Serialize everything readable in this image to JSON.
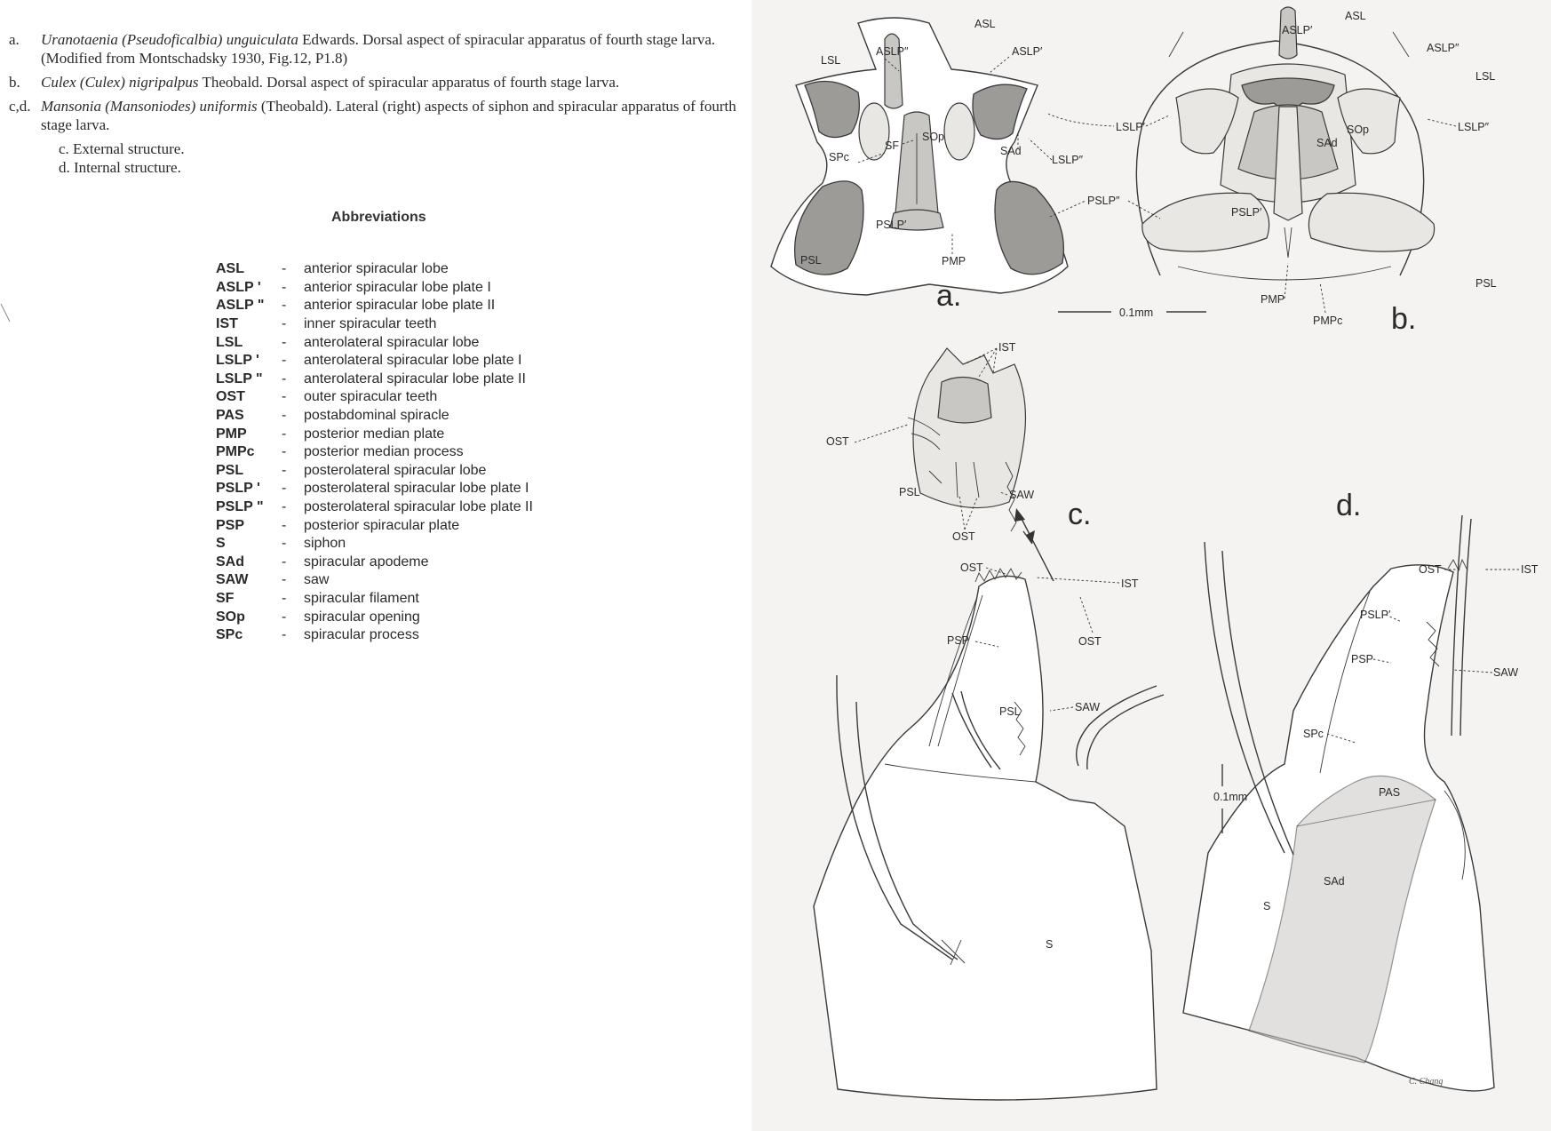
{
  "captions": [
    {
      "label": "a.",
      "species": "Uranotaenia (Pseudoficalbia) unguiculata",
      "rest": " Edwards. Dorsal aspect of spiracular apparatus of fourth stage larva. (Modified from Montschadsky 1930, Fig.12, P1.8)"
    },
    {
      "label": "b.",
      "species": "Culex (Culex) nigripalpus",
      "rest": " Theobald. Dorsal aspect of spiracular apparatus of fourth stage larva."
    },
    {
      "label": "c,d.",
      "species": "Mansonia (Mansoniodes) uniformis",
      "rest": " (Theobald). Lateral (right) aspects of siphon and spiracular apparatus of fourth stage larva."
    }
  ],
  "subcaptions": [
    "c. External structure.",
    "d. Internal structure."
  ],
  "abbreviations_title": "Abbreviations",
  "abbreviations": [
    {
      "code": "ASL",
      "meaning": "anterior spiracular lobe"
    },
    {
      "code": "ASLP '",
      "meaning": "anterior spiracular lobe plate I"
    },
    {
      "code": "ASLP \"",
      "meaning": "anterior spiracular lobe plate II"
    },
    {
      "code": "IST",
      "meaning": "inner spiracular teeth"
    },
    {
      "code": "LSL",
      "meaning": "anterolateral spiracular lobe"
    },
    {
      "code": "LSLP '",
      "meaning": "anterolateral spiracular lobe plate I"
    },
    {
      "code": "LSLP \"",
      "meaning": "anterolateral spiracular lobe plate II"
    },
    {
      "code": "OST",
      "meaning": "outer spiracular teeth"
    },
    {
      "code": "PAS",
      "meaning": "postabdominal spiracle"
    },
    {
      "code": "PMP",
      "meaning": "posterior median plate"
    },
    {
      "code": "PMPc",
      "meaning": "posterior median process"
    },
    {
      "code": "PSL",
      "meaning": "posterolateral spiracular lobe"
    },
    {
      "code": "PSLP '",
      "meaning": "posterolateral spiracular lobe plate I"
    },
    {
      "code": "PSLP \"",
      "meaning": "posterolateral spiracular lobe plate II"
    },
    {
      "code": "PSP",
      "meaning": "posterior spiracular plate"
    },
    {
      "code": "S",
      "meaning": "siphon"
    },
    {
      "code": "SAd",
      "meaning": "spiracular apodeme"
    },
    {
      "code": "SAW",
      "meaning": "saw"
    },
    {
      "code": "SF",
      "meaning": "spiracular filament"
    },
    {
      "code": "SOp",
      "meaning": "spiracular opening"
    },
    {
      "code": "SPc",
      "meaning": "spiracular process"
    }
  ],
  "separator": "-",
  "figure": {
    "panel_letters": {
      "a": "a.",
      "b": "b.",
      "c": "c.",
      "d": "d."
    },
    "scale_ab": "0.1mm",
    "scale_d": "0.1mm",
    "signature": "C. Chang",
    "labels_a": {
      "ASL": "ASL",
      "ASLP2": "ASLP″",
      "ASLP1": "ASLP′",
      "LSL": "LSL",
      "SOp": "SOp",
      "SF": "SF",
      "SPc": "SPc",
      "SAd": "SAd",
      "LSLP2": "LSLP″",
      "PSLP1": "PSLP′",
      "PSL": "PSL",
      "PMP": "PMP"
    },
    "labels_b": {
      "ASLP1": "ASLP′",
      "ASL": "ASL",
      "ASLP2": "ASLP″",
      "LSL": "LSL",
      "LSLP1": "LSLP′",
      "LSLP2": "LSLP″",
      "SOp": "SOp",
      "SAd": "SAd",
      "PSLP2": "PSLP″",
      "PSLP1": "PSLP′",
      "PSL": "PSL",
      "PMP": "PMP",
      "PMPc": "PMPc"
    },
    "labels_c": {
      "IST": "IST",
      "OST_top": "OST",
      "PSL_top": "PSL",
      "SAW_top": "SAW",
      "OST_bot": "OST",
      "OST_tip": "OST",
      "IST_tip": "IST",
      "OST_side": "OST",
      "PSP": "PSP",
      "PSL": "PSL",
      "SAW": "SAW",
      "S": "S"
    },
    "labels_d": {
      "OST": "OST",
      "IST": "IST",
      "PSLP1": "PSLP′",
      "PSP": "PSP",
      "SAW": "SAW",
      "SPc": "SPc",
      "PAS": "PAS",
      "SAd": "SAd",
      "S": "S"
    }
  }
}
